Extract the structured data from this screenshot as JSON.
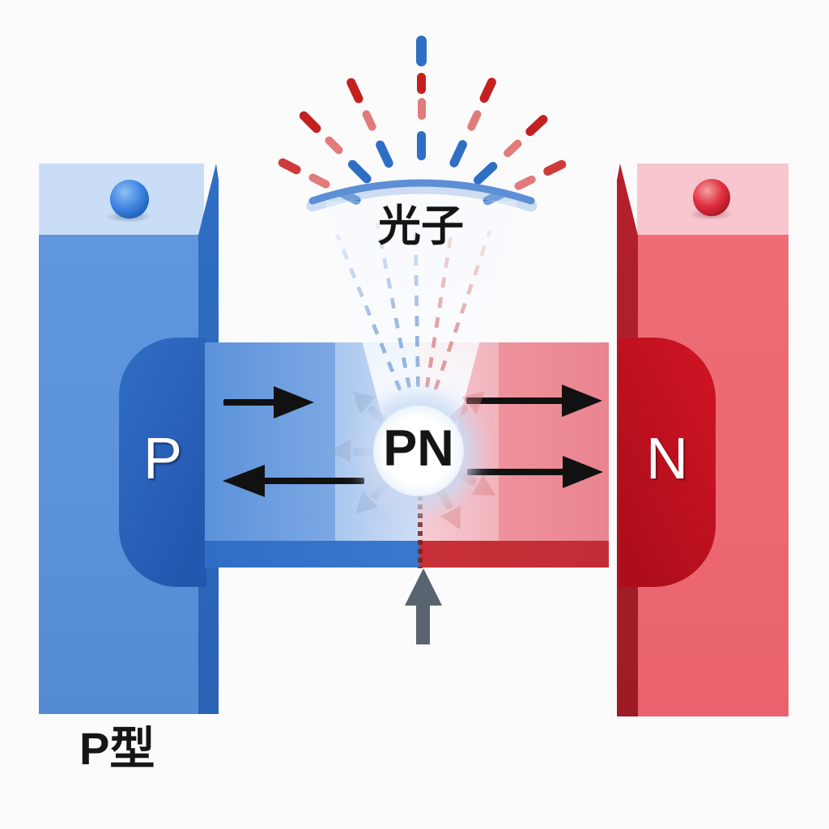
{
  "diagram": {
    "photon": {
      "label": "光子"
    },
    "junction": {
      "label": "PN"
    },
    "p_bar": {
      "label": "P"
    },
    "n_bar": {
      "label": "N"
    },
    "caption": {
      "label": "P型"
    },
    "colors": {
      "p_blue": "#5e95de",
      "p_dark_blue": "#2a62ba",
      "p_cap_blue": "#c9def6",
      "n_red": "#ee6b74",
      "n_dark_red": "#c60e1e",
      "n_cap_pink": "#f8c6cd",
      "junction_blue_light": "#b3cdf0",
      "junction_pink_light": "#f3b6be",
      "photon_ray_blue": "#2e6fc5",
      "photon_ray_red": "#c42020",
      "flow_arrow_black": "#111111",
      "injection_arrow_gray": "#5a6370"
    }
  }
}
